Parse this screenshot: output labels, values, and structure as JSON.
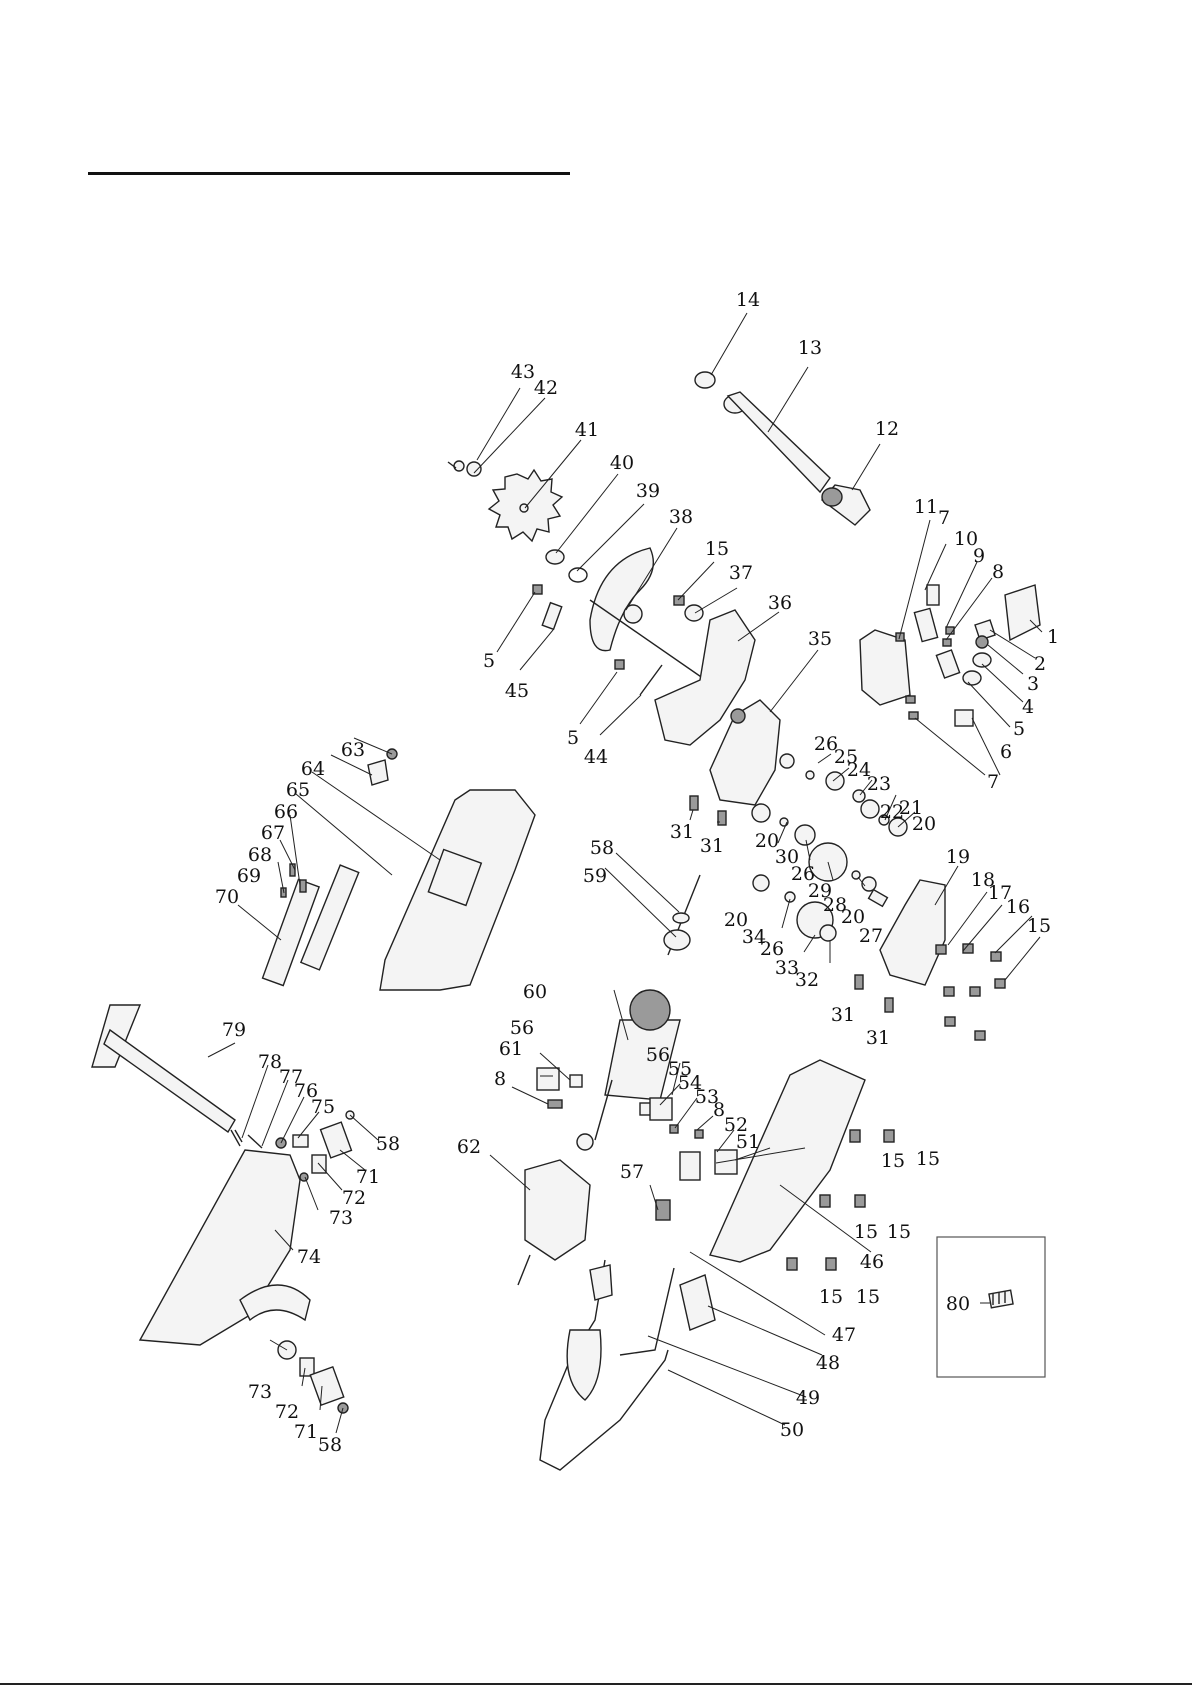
{
  "diagram": {
    "type": "exploded-parts-diagram",
    "part_numbers": [
      "1",
      "2",
      "3",
      "4",
      "5",
      "6",
      "7",
      "8",
      "9",
      "10",
      "11",
      "12",
      "13",
      "14",
      "15",
      "16",
      "17",
      "18",
      "19",
      "20",
      "21",
      "22",
      "23",
      "24",
      "25",
      "26",
      "27",
      "28",
      "29",
      "30",
      "31",
      "32",
      "33",
      "34",
      "35",
      "36",
      "37",
      "38",
      "39",
      "40",
      "41",
      "42",
      "43",
      "44",
      "45",
      "46",
      "47",
      "48",
      "49",
      "50",
      "51",
      "52",
      "53",
      "54",
      "55",
      "56",
      "57",
      "58",
      "59",
      "60",
      "61",
      "62",
      "63",
      "64",
      "65",
      "66",
      "67",
      "68",
      "69",
      "70",
      "71",
      "72",
      "73",
      "74",
      "75",
      "76",
      "77",
      "78",
      "79",
      "80"
    ],
    "inset_label": "80"
  }
}
